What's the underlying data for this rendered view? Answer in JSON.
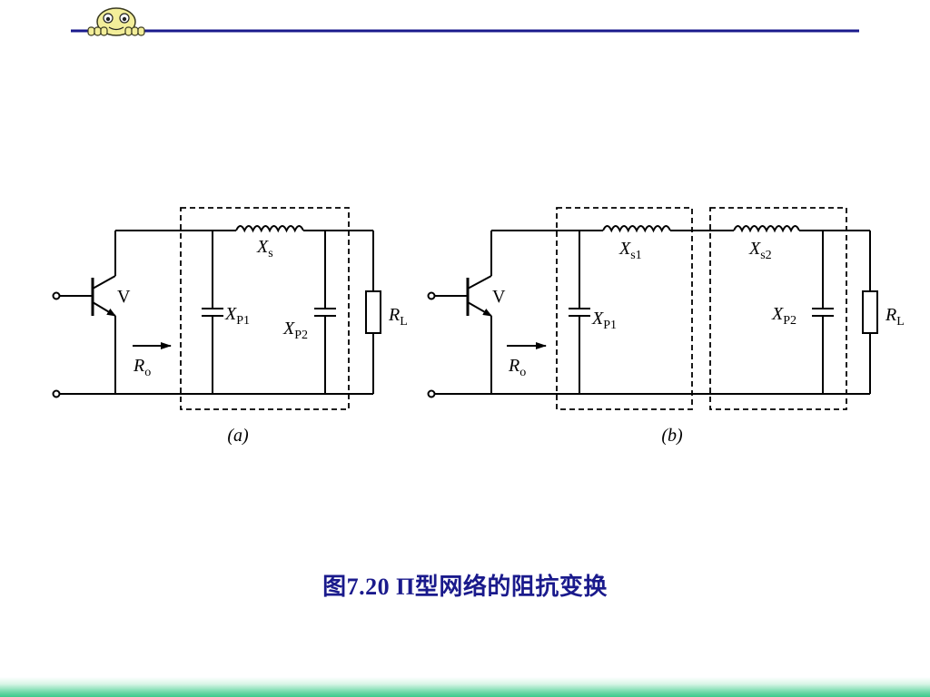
{
  "caption": "图7.20  Π型网络的阻抗变换",
  "diagram_a": {
    "sublabel": "(a)",
    "transistor_label": "V",
    "inductor_label": {
      "main": "X",
      "sub": "s"
    },
    "cap1_label": {
      "main": "X",
      "sub": "P1"
    },
    "cap2_label": {
      "main": "X",
      "sub": "P2"
    },
    "load_label": {
      "main": "R",
      "sub": "L"
    },
    "output_resistance_label": {
      "main": "R",
      "sub": "o"
    }
  },
  "diagram_b": {
    "sublabel": "(b)",
    "transistor_label": "V",
    "inductor1_label": {
      "main": "X",
      "sub": "s1"
    },
    "inductor2_label": {
      "main": "X",
      "sub": "s2"
    },
    "cap1_label": {
      "main": "X",
      "sub": "P1"
    },
    "cap2_label": {
      "main": "X",
      "sub": "P2"
    },
    "load_label": {
      "main": "R",
      "sub": "L"
    },
    "output_resistance_label": {
      "main": "R",
      "sub": "o"
    }
  }
}
